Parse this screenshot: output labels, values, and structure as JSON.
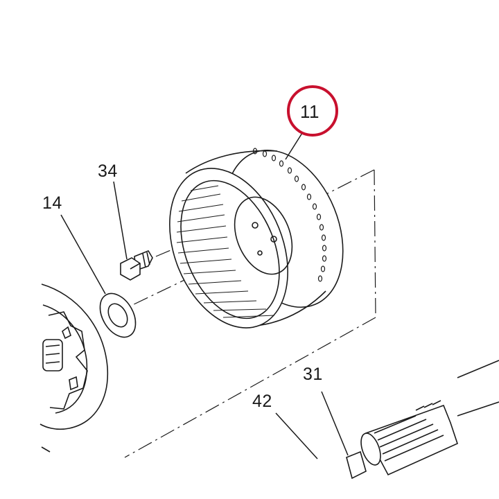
{
  "callouts": {
    "part_11": "11",
    "part_34": "34",
    "part_14": "14",
    "part_31": "31",
    "part_42": "42"
  },
  "highlight": {
    "target_part": "11",
    "color": "#c8102e"
  },
  "colors": {
    "line": "#1a1a1a",
    "background": "#ffffff"
  },
  "icons": [
    "clutch-basket-drawing",
    "bolt-drawing",
    "washer-drawing",
    "clutch-hub-drawing",
    "splined-shaft-drawing"
  ]
}
